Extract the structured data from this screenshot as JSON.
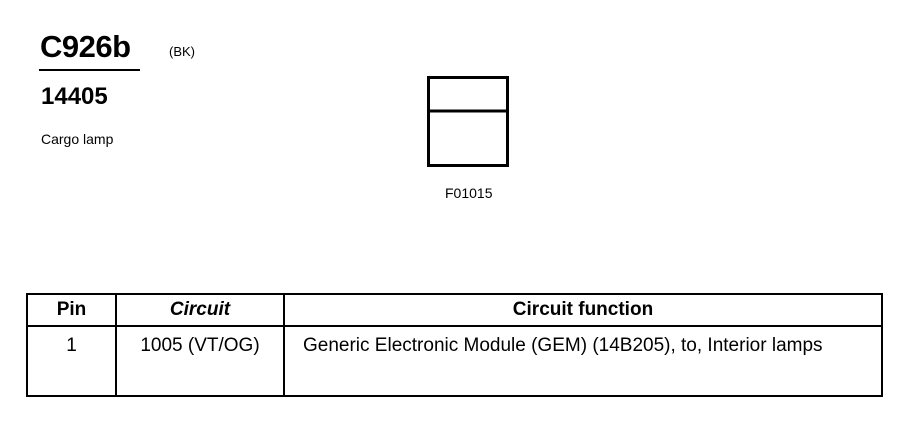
{
  "header": {
    "connector_id": "C926b",
    "connector_color": "(BK)",
    "part_number": "14405",
    "component_name": "Cargo lamp"
  },
  "diagram": {
    "figure_ref": "F01015"
  },
  "pin_table": {
    "headers": {
      "pin": "Pin",
      "circuit": "Circuit",
      "function": "Circuit function"
    },
    "rows": [
      {
        "pin": "1",
        "circuit": "1005 (VT/OG)",
        "function": "Generic Electronic Module (GEM) (14B205), to, Interior lamps"
      }
    ]
  }
}
